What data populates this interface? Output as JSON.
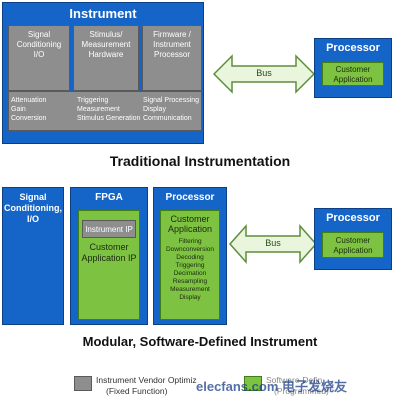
{
  "traditional": {
    "instrument_title": "Instrument",
    "cols": [
      [
        "Signal",
        "Conditioning",
        "I/O"
      ],
      [
        "Stimulus/",
        "Measurement",
        "Hardware"
      ],
      [
        "Firmware /",
        "Instrument",
        "Processor"
      ]
    ],
    "bottom": [
      [
        "Attenuation",
        "Gain",
        "Conversion"
      ],
      [
        "Triggering",
        "Measurement",
        "Stimulus Generation"
      ],
      [
        "Signal Processing",
        "Display",
        "Communication"
      ]
    ],
    "bus_label": "Bus",
    "processor_title": "Processor",
    "customer_app": [
      "Customer",
      "Application"
    ],
    "caption": "Traditional Instrumentation"
  },
  "modular": {
    "io_label": [
      "Signal",
      "Conditioning,",
      "I/O"
    ],
    "fpga_title": "FPGA",
    "instrument_ip": "Instrument IP",
    "customer_app_ip": [
      "Customer",
      "Application IP"
    ],
    "processor_title": "Processor",
    "customer_application": [
      "Customer",
      "Application"
    ],
    "functions": [
      "Filtering",
      "Downconversion",
      "Decoding",
      "Triggering",
      "Decimation",
      "Resampling",
      "Measurement",
      "Display"
    ],
    "bus_label": "Bus",
    "right_processor_title": "Processor",
    "right_customer_app": [
      "Customer",
      "Application"
    ],
    "caption": "Modular, Software-Defined Instrument"
  },
  "legend": {
    "gray_label": [
      "Instrument Vendor Optimiz",
      "(Fixed Function)"
    ],
    "green_label": [
      "Software-Defin",
      "(Programmed)"
    ]
  },
  "watermark": "elecfans.com 电子发烧友",
  "colors": {
    "blue": "#1565c8",
    "gray": "#8e8e8e",
    "green": "#7ec242"
  }
}
